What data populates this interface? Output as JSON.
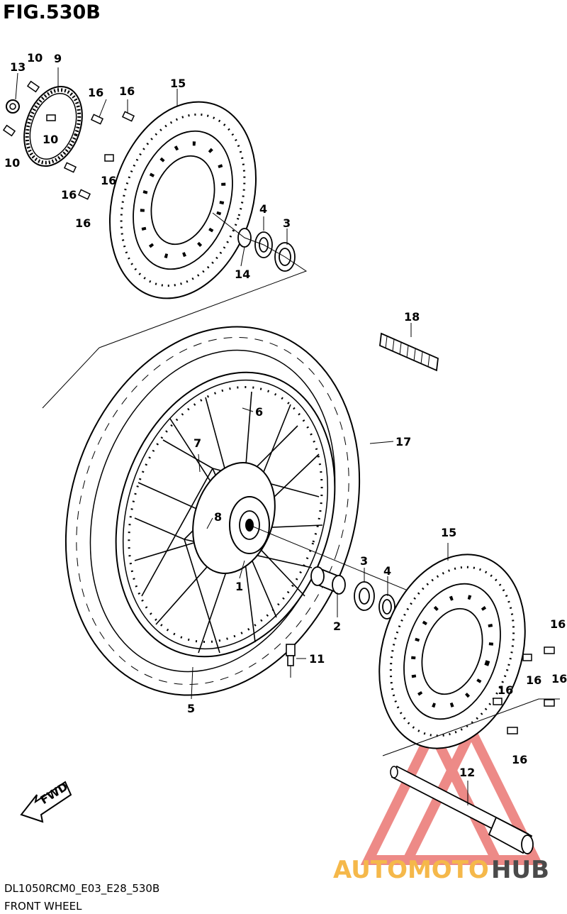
{
  "figure": {
    "title": "FIG.530B",
    "code": "DL1050RCM0_E03_E28_530B",
    "name": "FRONT WHEEL"
  },
  "callouts": {
    "c1": "1",
    "c2": "2",
    "c3a": "3",
    "c3b": "3",
    "c4a": "4",
    "c4b": "4",
    "c5": "5",
    "c6": "6",
    "c7": "7",
    "c8": "8",
    "c9": "9",
    "c10a": "10",
    "c10b": "10",
    "c10c": "10",
    "c11": "11",
    "c12": "12",
    "c13": "13",
    "c14": "14",
    "c15a": "15",
    "c15b": "15",
    "c16a": "16",
    "c16b": "16",
    "c16c": "16",
    "c16d": "16",
    "c16e": "16",
    "c16f": "16",
    "c16g": "16",
    "c16h": "16",
    "c16i": "16",
    "c16j": "16",
    "c17": "17",
    "c18": "18"
  },
  "fwd_label": "FWD",
  "watermark": {
    "part1": "AUTOMOTO",
    "part2": "HUB",
    "color_red": "#e8645f",
    "color_yellow": "#f5b84a",
    "color_dark": "#4a4a4a"
  }
}
